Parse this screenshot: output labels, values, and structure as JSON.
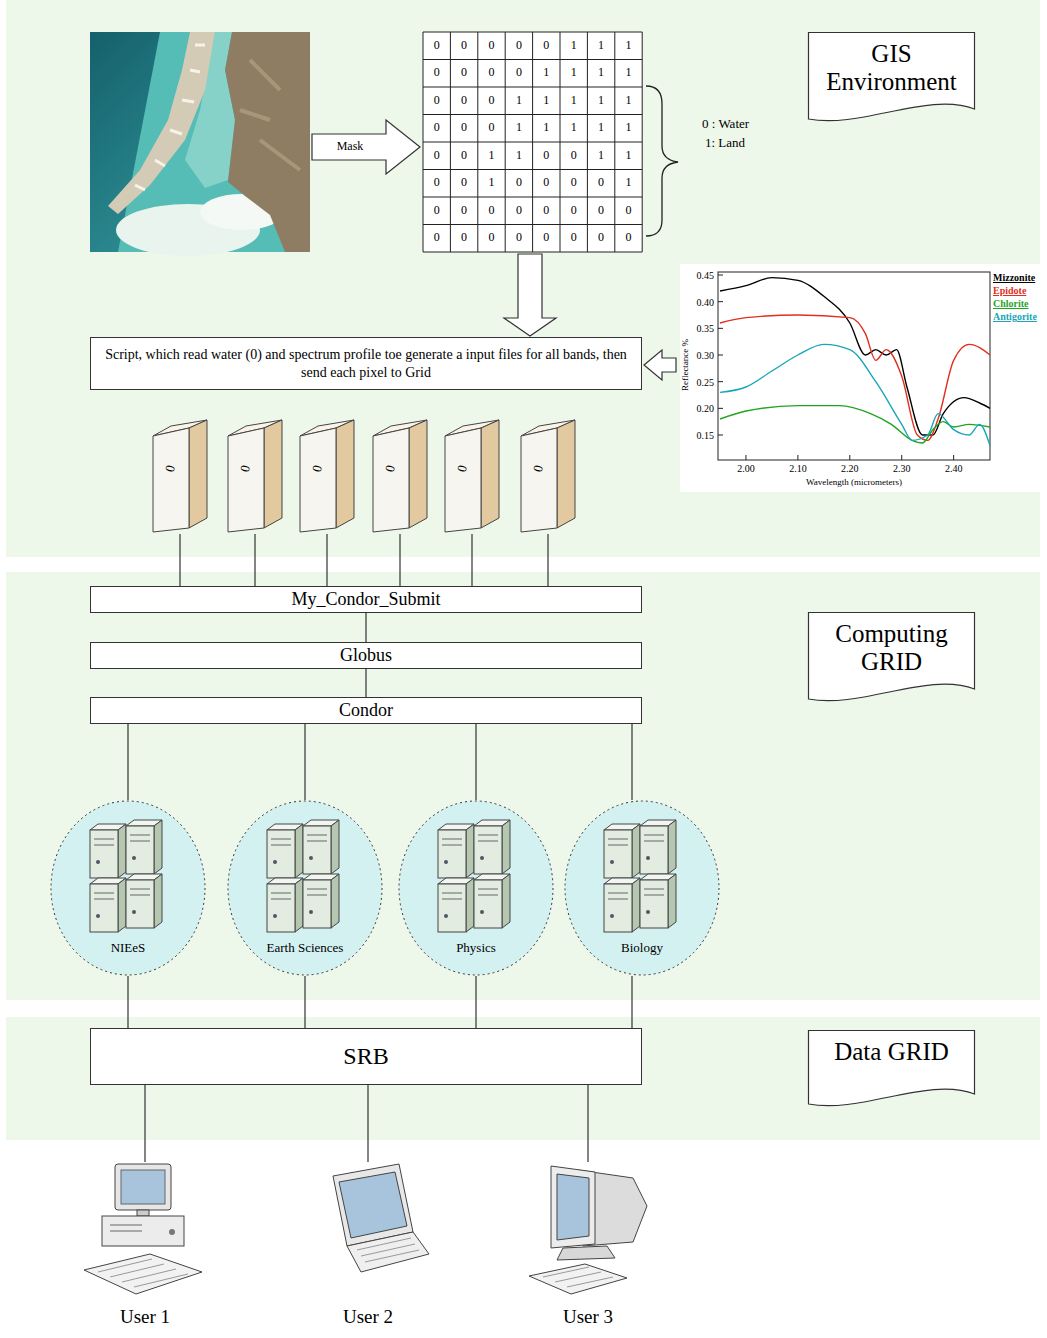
{
  "diagram": {
    "nodes": [
      {
        "text": [
          "GIS Environment"
        ]
      },
      {
        "text": [
          "Script, which read water (0) and spectrum profile toe generate a input files for all bands, then send each pixel to Grid"
        ]
      },
      {
        "text": [
          "0"
        ]
      },
      {
        "text": [
          "0"
        ]
      },
      {
        "text": [
          "0"
        ]
      },
      {
        "text": [
          "0"
        ]
      },
      {
        "text": [
          "0"
        ]
      },
      {
        "text": [
          "0"
        ]
      },
      {
        "text": [
          "My_Condor_Submit"
        ]
      },
      {
        "text": [
          "Computing GRID"
        ]
      },
      {
        "text": [
          "Globus"
        ]
      },
      {
        "text": [
          "Condor"
        ]
      },
      {
        "text": [
          "NIEeS"
        ]
      },
      {
        "text": [
          "Earth Sciences"
        ]
      },
      {
        "text": [
          "Physics"
        ]
      },
      {
        "text": [
          "Biology"
        ]
      },
      {
        "text": [
          "SRB"
        ]
      },
      {
        "text": [
          "Data GRID"
        ]
      },
      {
        "text": [
          "User 1"
        ]
      },
      {
        "text": [
          "User 2"
        ]
      },
      {
        "text": [
          "User 3"
        ]
      }
    ],
    "edges": [
      {
        "from": 2,
        "to": 8,
        "arrow": "none"
      },
      {
        "from": 3,
        "to": 8,
        "arrow": "none"
      },
      {
        "from": 4,
        "to": 8,
        "arrow": "none"
      },
      {
        "from": 5,
        "to": 8,
        "arrow": "none"
      },
      {
        "from": 6,
        "to": 8,
        "arrow": "none"
      },
      {
        "from": 7,
        "to": 8,
        "arrow": "none"
      },
      {
        "from": 8,
        "to": 10,
        "arrow": "none"
      },
      {
        "from": 10,
        "to": 11,
        "arrow": "none"
      },
      {
        "from": 11,
        "to": 12,
        "arrow": "none"
      },
      {
        "from": 11,
        "to": 13,
        "arrow": "none"
      },
      {
        "from": 11,
        "to": 14,
        "arrow": "none"
      },
      {
        "from": 11,
        "to": 15,
        "arrow": "none"
      },
      {
        "from": 12,
        "to": 16,
        "arrow": "none"
      },
      {
        "from": 13,
        "to": 16,
        "arrow": "none"
      },
      {
        "from": 14,
        "to": 16,
        "arrow": "none"
      },
      {
        "from": 15,
        "to": 16,
        "arrow": "none"
      },
      {
        "from": 16,
        "to": 18,
        "arrow": "none"
      },
      {
        "from": 16,
        "to": 19,
        "arrow": "none"
      },
      {
        "from": 16,
        "to": 20,
        "arrow": "none"
      }
    ],
    "labels": [
      "Mask",
      "0",
      "0",
      "0",
      "0",
      "0",
      "1",
      "1",
      "1",
      "0",
      "0",
      "0",
      "0",
      "1",
      "1",
      "1",
      "1",
      "0",
      "0",
      "0",
      "1",
      "1",
      "1",
      "1",
      "1",
      "0",
      "0",
      "0",
      "1",
      "1",
      "1",
      "1",
      "1",
      "0",
      "0",
      "1",
      "1",
      "0",
      "0",
      "1",
      "1",
      "0",
      "0",
      "1",
      "0",
      "0",
      "0",
      "0",
      "1",
      "0",
      "0",
      "0",
      "0",
      "0",
      "0",
      "0",
      "0",
      "0",
      "0",
      "0",
      "0",
      "0",
      "0",
      "0",
      "0",
      "0 : Water",
      "1: Land",
      "0.45",
      "0.40",
      "0.35",
      "0.30",
      "0.25",
      "0.20",
      "0.15",
      "2.00",
      "2.10",
      "2.20",
      "2.30",
      "2.40",
      "Reflectance %",
      "Wavelength (micrometers)"
    ],
    "legend": [
      {
        "text": "Mizzonite"
      },
      {
        "text": "Epidote"
      },
      {
        "text": "Chlorite"
      },
      {
        "text": "Antigorite"
      }
    ]
  }
}
